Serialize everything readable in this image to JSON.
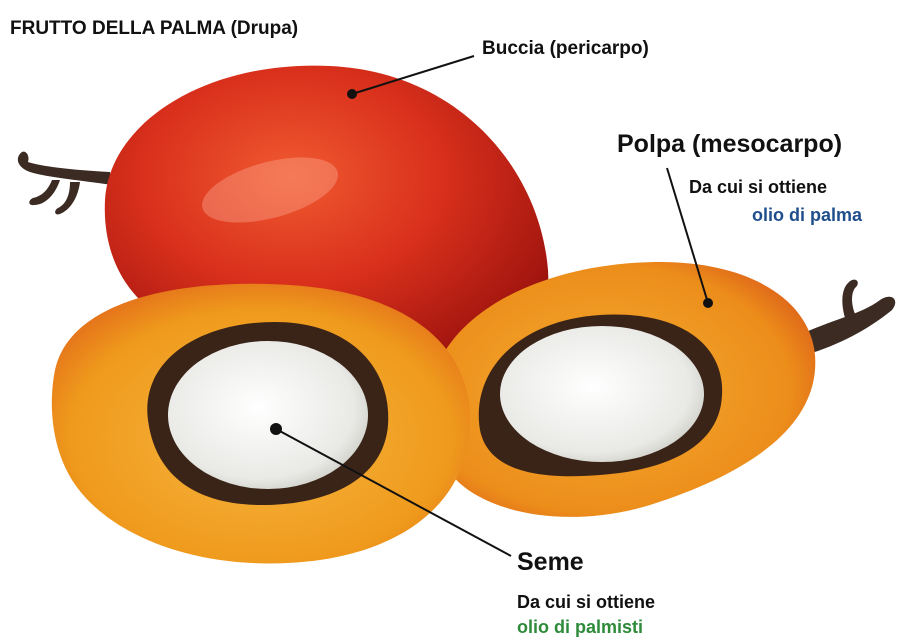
{
  "title": "FRUTTO DELLA PALMA (Drupa)",
  "labels": {
    "buccia": "Buccia (pericarpo)",
    "polpa_title": "Polpa (mesocarpo)",
    "polpa_desc": "Da cui si ottiene",
    "polpa_oil": "olio di palma",
    "seme_title": "Seme",
    "seme_desc": "Da cui si ottiene",
    "seme_oil": "olio di palmisti"
  },
  "colors": {
    "skin_red": "#c8261a",
    "pulp_orange": "#f2a21f",
    "shell_dark": "#3a2418",
    "kernel_white": "#eeeeec",
    "polpa_oil_text": "#1f4e8c",
    "seme_oil_text": "#2e8b3a"
  }
}
